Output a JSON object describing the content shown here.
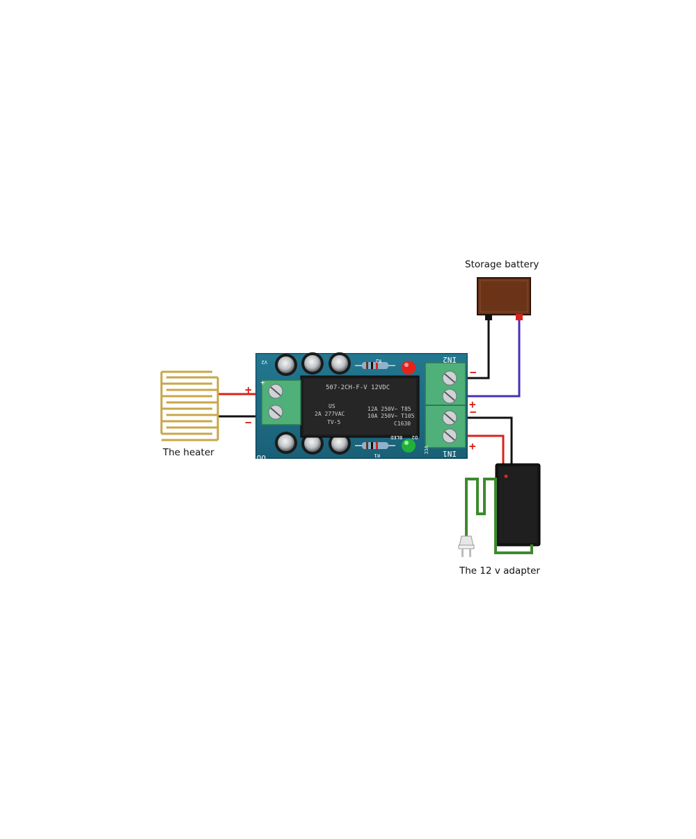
{
  "labels": {
    "storage_battery": "Storage battery",
    "heater": "The heater",
    "adapter": "The 12 v adapter"
  },
  "polarity": {
    "plus": "+",
    "minus": "−"
  },
  "board": {
    "relay_lines": [
      "507-2CH-F-V 12VDC",
      "US",
      "2A 277VAC",
      "TV-5",
      "12A 250V~ T85",
      "10A 250V~ T105",
      "C1630"
    ],
    "terminal_out": "OUT",
    "terminal_in1": "IN1",
    "terminal_in2": "IN2",
    "silk_v2": "V2",
    "silk_vcc": "VCC",
    "silk_r1": "R1",
    "silk_r2": "R2",
    "silk_d2": "D2",
    "silk_bled": "BLED"
  },
  "colors": {
    "pcb": "#1f6f88",
    "terminal": "#4fb07a",
    "battery": "#6b3418",
    "heater": "#c8a64a",
    "adapter_cable": "#3d8a2e",
    "wire_red": "#d8231c",
    "wire_black": "#111111",
    "wire_purple": "#4a2fb5",
    "led_red": "#e2241d",
    "led_green": "#22b03a"
  }
}
